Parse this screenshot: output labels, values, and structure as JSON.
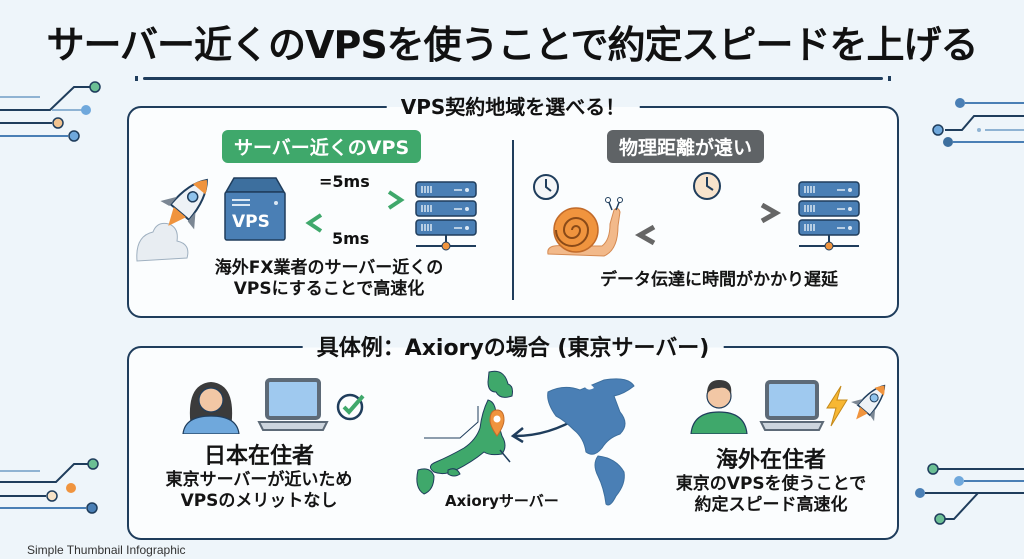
{
  "title": "サーバー近くのVPSを使うことで約定スピードを上げる",
  "top_section": {
    "heading": "VPS契約地域を選べる！",
    "left": {
      "badge": "サーバー近くのVPS",
      "vps_label": "VPS",
      "latency_up": "=5ms",
      "latency_down": "5ms",
      "caption_line1": "海外FX業者のサーバー近くの",
      "caption_line2": "VPSにすることで高速化"
    },
    "right": {
      "badge": "物理距離が遠い",
      "caption": "データ伝達に時間がかかり遅延"
    }
  },
  "bottom_section": {
    "heading": "具体例：Axioryの場合 (東京サーバー)",
    "japan_resident": {
      "title": "日本在住者",
      "line1": "東京サーバーが近いため",
      "line2": "VPSのメリットなし"
    },
    "map_label": "Axioryサーバー",
    "overseas_resident": {
      "title": "海外在住者",
      "line1": "東京のVPSを使うことで",
      "line2": "約定スピード高速化"
    }
  },
  "footer": "Simple Thumbnail Infographic",
  "colors": {
    "navy": "#1f3d5c",
    "green": "#3fa86b",
    "gray": "#5f6366",
    "blue": "#4a7fb5",
    "orange": "#f0943e",
    "background": "#eef5fa"
  },
  "icons": [
    "rocket-icon",
    "vps-box-icon",
    "server-icon",
    "clock-icon",
    "snail-icon",
    "person-icon",
    "laptop-icon",
    "check-icon",
    "lightning-icon",
    "map-pin-icon",
    "japan-map",
    "world-map"
  ]
}
